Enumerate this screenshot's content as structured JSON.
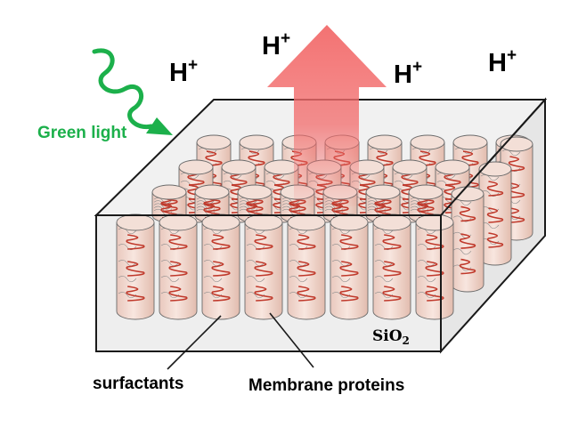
{
  "colors": {
    "green_light": "#1cb04b",
    "proton_arrow": "#f26b6b",
    "block_fill": "#efefef",
    "block_edge": "#1a1a1a",
    "protein": "#c0392b",
    "cylinder_fill": "#f4dcd4"
  },
  "diagram": {
    "protons": [
      {
        "base": "H",
        "sup": "+"
      },
      {
        "base": "H",
        "sup": "+"
      },
      {
        "base": "H",
        "sup": "+"
      },
      {
        "base": "H",
        "sup": "+"
      }
    ],
    "light_label": "Green light",
    "material": {
      "base": "SiO",
      "sub": "2"
    },
    "callouts": {
      "surfactants": "surfactants",
      "membrane_proteins": "Membrane proteins"
    }
  }
}
